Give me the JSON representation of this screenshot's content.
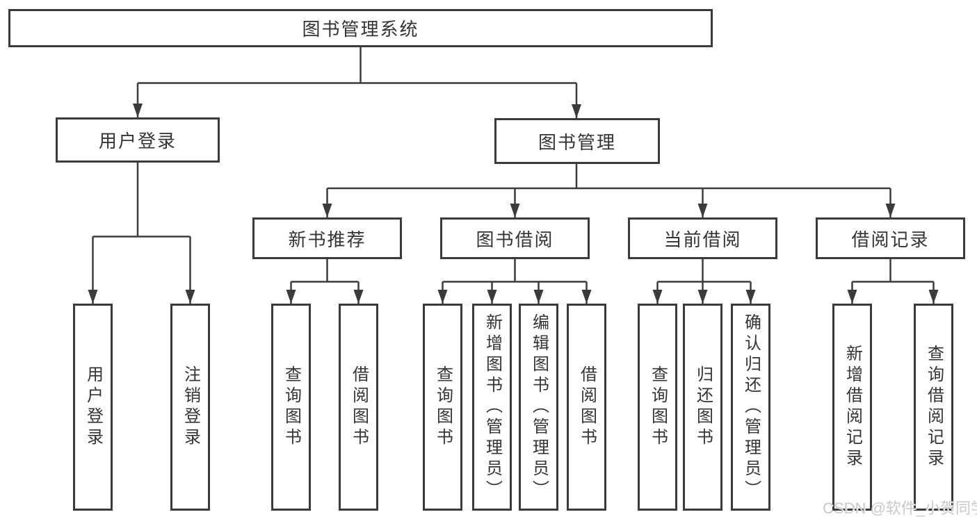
{
  "nodes": {
    "root": "图书管理系统",
    "level2": [
      "用户登录",
      "图书管理"
    ],
    "level3": [
      "新书推荐",
      "图书借阅",
      "当前借阅",
      "借阅记录"
    ],
    "leaves": [
      "用户登录",
      "注销登录",
      "查询图书",
      "借阅图书",
      "查询图书",
      "新增图书（管理员）",
      "编辑图书（管理员）",
      "借阅图书",
      "查询图书",
      "归还图书",
      "确认归还（管理员）",
      "新增借阅记录",
      "查询借阅记录"
    ]
  },
  "watermark": "CSDN @软件_小贺同学",
  "colors": {
    "line": "#3b3b3b",
    "text": "#343434",
    "background": "#ffffff",
    "watermark": "#c9c9c9"
  }
}
